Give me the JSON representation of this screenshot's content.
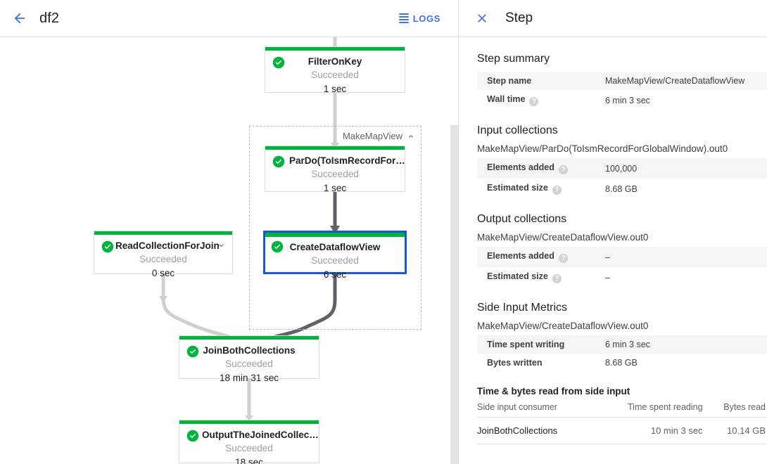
{
  "left": {
    "back_icon": "arrow-left-icon",
    "job_title": "df2",
    "logs_label": "LOGS",
    "logs_icon": "logs-list-icon"
  },
  "graph": {
    "group": {
      "label": "MakeMapView",
      "collapse_icon": "chevron-up-icon"
    },
    "nodes": [
      {
        "id": "FilterOnKey",
        "title": "FilterOnKey",
        "status": "Succeeded",
        "time": "1 sec",
        "status_icon": "check-circle-icon",
        "selected": false,
        "caret": null
      },
      {
        "id": "ParDo",
        "title": "ParDo(ToIsmRecordFor…",
        "status": "Succeeded",
        "time": "1 sec",
        "status_icon": "check-circle-icon",
        "selected": false,
        "caret": null
      },
      {
        "id": "CreateDataflowView",
        "title": "CreateDataflowView",
        "status": "Succeeded",
        "time": "6 sec",
        "status_icon": "check-circle-icon",
        "selected": true,
        "caret": null
      },
      {
        "id": "ReadCollectionForJoin",
        "title": "ReadCollectionForJoin",
        "status": "Succeeded",
        "time": "0 sec",
        "status_icon": "check-circle-icon",
        "selected": false,
        "caret": "chevron-down-icon"
      },
      {
        "id": "JoinBothCollections",
        "title": "JoinBothCollections",
        "status": "Succeeded",
        "time": "18 min 31 sec",
        "status_icon": "check-circle-icon",
        "selected": false,
        "caret": null
      },
      {
        "id": "OutputTheJoinedCollection",
        "title": "OutputTheJoinedCollec…",
        "status": "Succeeded",
        "time": "18 sec",
        "status_icon": "check-circle-icon",
        "selected": false,
        "caret": null
      }
    ],
    "colors": {
      "node_topbar": "#00b33c",
      "selected_border": "#1a56db",
      "edge_light": "#cfcfcf",
      "edge_dark": "#5f6368",
      "group_border": "#bdbdbd"
    }
  },
  "right": {
    "close_icon": "close-icon",
    "title": "Step",
    "step_summary": {
      "heading": "Step summary",
      "rows": [
        {
          "key": "Step name",
          "value": "MakeMapView/CreateDataflowView",
          "help": false
        },
        {
          "key": "Wall time",
          "value": "6 min 3 sec",
          "help": true
        }
      ]
    },
    "input_collections": {
      "heading": "Input collections",
      "collection": "MakeMapView/ParDo(ToIsmRecordForGlobalWindow).out0",
      "rows": [
        {
          "key": "Elements added",
          "value": "100,000",
          "help": true
        },
        {
          "key": "Estimated size",
          "value": "8.68 GB",
          "help": true
        }
      ]
    },
    "output_collections": {
      "heading": "Output collections",
      "collection": "MakeMapView/CreateDataflowView.out0",
      "rows": [
        {
          "key": "Elements added",
          "value": "–",
          "help": true
        },
        {
          "key": "Estimated size",
          "value": "–",
          "help": true
        }
      ]
    },
    "side_input_metrics": {
      "heading": "Side Input Metrics",
      "collection": "MakeMapView/CreateDataflowView.out0",
      "rows": [
        {
          "key": "Time spent writing",
          "value": "6 min 3 sec",
          "help": false
        },
        {
          "key": "Bytes written",
          "value": "8.68 GB",
          "help": false
        }
      ]
    },
    "side_input_table": {
      "heading": "Time & bytes read from side input",
      "columns": [
        "Side input consumer",
        "Time spent reading",
        "Bytes read"
      ],
      "rows": [
        [
          "JoinBothCollections",
          "10 min 3 sec",
          "10.14 GB"
        ]
      ]
    }
  }
}
